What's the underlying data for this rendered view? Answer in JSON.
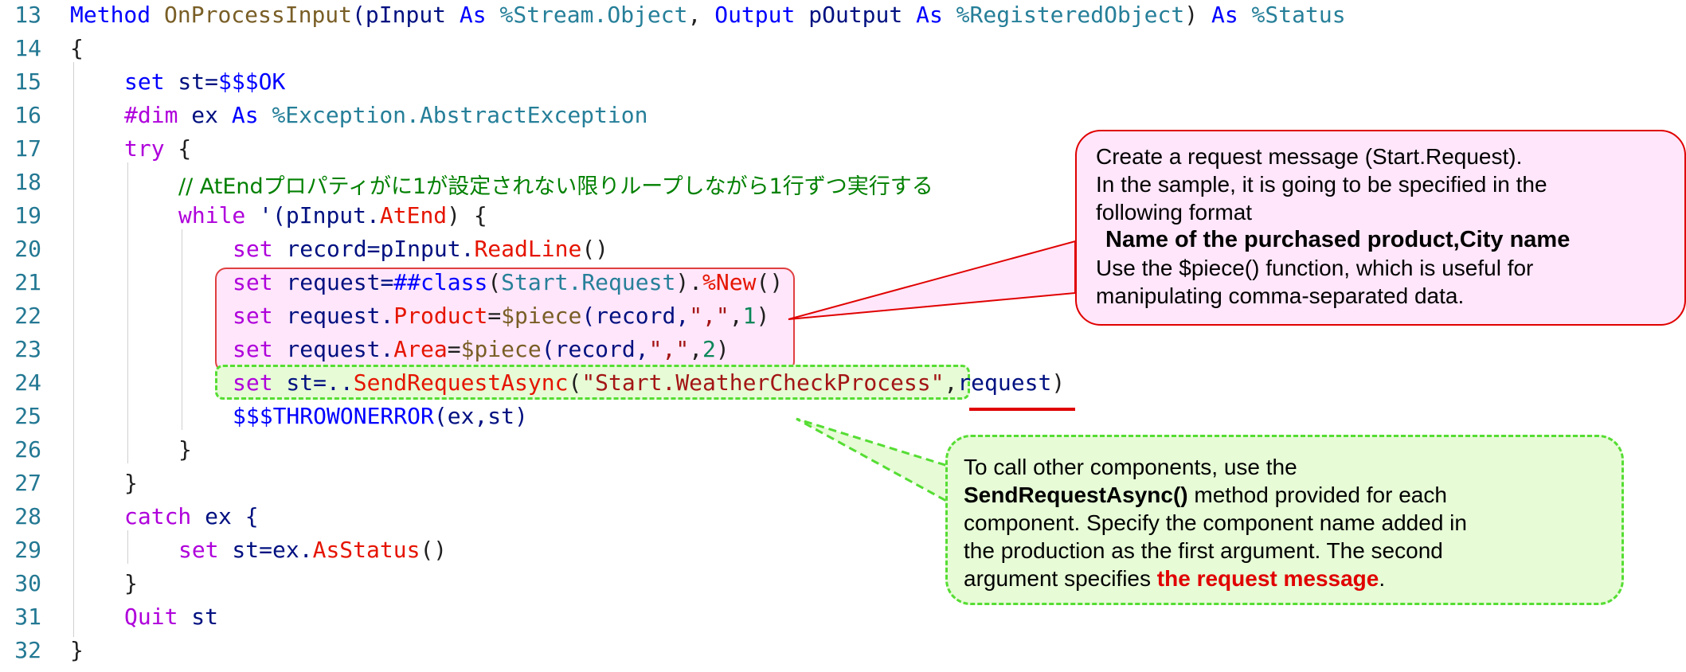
{
  "line_numbers": [
    "13",
    "14",
    "15",
    "16",
    "17",
    "18",
    "19",
    "20",
    "21",
    "22",
    "23",
    "24",
    "25",
    "26",
    "27",
    "28",
    "29",
    "30",
    "31",
    "32"
  ],
  "code": {
    "l13": {
      "method": "Method",
      "name": "OnProcessInput",
      "p1": "(pInput",
      "as1": " As ",
      "t1": "%Stream.Object",
      "comma": ", ",
      "out": "Output",
      "p2": " pOutput",
      "as2": " As ",
      "t2": "%RegisteredObject",
      "close": ")",
      "as3": " As ",
      "t3": "%Status"
    },
    "l14": "{",
    "l15": {
      "kw": "set",
      "var": " st=",
      "macro": "$$$OK"
    },
    "l16": {
      "kw": "#dim",
      "var": " ex",
      "as": " As ",
      "type": "%Exception.AbstractException"
    },
    "l17": {
      "kw": "try",
      "rest": " {"
    },
    "l18": "// AtEndプロパティがに1が設定されない限りループしながら1行ずつ実行する",
    "l19": {
      "kw": "while",
      "a": " '(pInput.",
      "prop": "AtEnd",
      "b": ") {"
    },
    "l20": {
      "kw": "set",
      "a": " record=pInput.",
      "prop": "ReadLine",
      "b": "()"
    },
    "l21": {
      "kw": "set",
      "a": " request=",
      "cls_kw": "##class",
      "b": "(",
      "cls": "Start.Request",
      "c": ").",
      "prop": "%New",
      "d": "()"
    },
    "l22": {
      "kw": "set",
      "a": " request.",
      "prop": "Product",
      "b": "=",
      "fn": "$piece",
      "c": "(record,",
      "str": "\",\"",
      "d": ",",
      "num": "1",
      "e": ")"
    },
    "l23": {
      "kw": "set",
      "a": " request.",
      "prop": "Area",
      "b": "=",
      "fn": "$piece",
      "c": "(record,",
      "str": "\",\"",
      "d": ",",
      "num": "2",
      "e": ")"
    },
    "l24": {
      "kw": "set",
      "a": " st=..",
      "prop": "SendRequestAsync",
      "b": "(",
      "str": "\"Start.WeatherCheckProcess\"",
      "c": ",",
      "arg": "request",
      "d": ")"
    },
    "l25": {
      "macro": "$$$THROWONERROR",
      "rest": "(ex,st)"
    },
    "l26": "}",
    "l27": "}",
    "l28": {
      "kw": "catch",
      "rest": " ex {"
    },
    "l29": {
      "kw": "set",
      "a": " st=ex.",
      "prop": "AsStatus",
      "b": "()"
    },
    "l30": "}",
    "l31": {
      "kw": "Quit",
      "rest": " st"
    },
    "l32": "}"
  },
  "callouts": {
    "pink": {
      "line1": "Create a request message (Start.Request).",
      "line2": "In the sample, it is going to be specified in the",
      "line3": "following format",
      "format": "Name of the purchased product,City name",
      "line4": "Use the $piece() function, which is useful for",
      "line5": "manipulating comma-separated data."
    },
    "green": {
      "line1": "To call other components, use the",
      "method": "SendRequestAsync()",
      "line2_rest": " method provided for each",
      "line3": "component. Specify the component name added in",
      "line4": "the production as the first argument. The second",
      "line5_a": "argument specifies ",
      "highlight": "the request message",
      "line5_b": "."
    }
  },
  "colors": {
    "keyword": "#0000ff",
    "control": "#af00db",
    "class": "#267f99",
    "property": "#e51400",
    "string": "#a31515",
    "number": "#098658",
    "comment": "#008000",
    "line_number": "#237893",
    "pink_callout_bg": "#ffe6fa",
    "green_callout_bg": "#e6fbd6",
    "highlight_red": "#e00000"
  }
}
